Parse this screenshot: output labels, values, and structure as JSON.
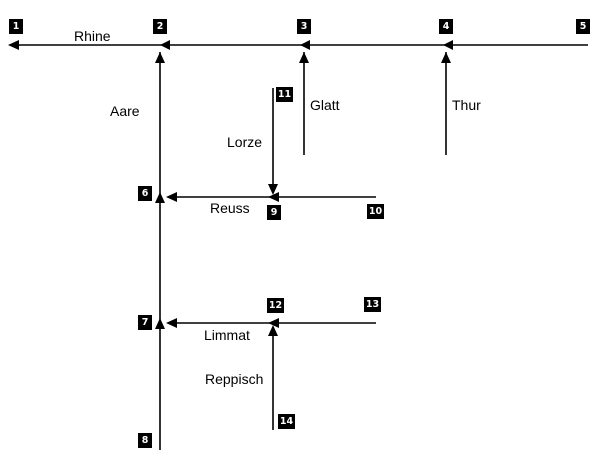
{
  "nodes": [
    {
      "id": "1",
      "label": "1"
    },
    {
      "id": "2",
      "label": "2"
    },
    {
      "id": "3",
      "label": "3"
    },
    {
      "id": "4",
      "label": "4"
    },
    {
      "id": "5",
      "label": "5"
    },
    {
      "id": "6",
      "label": "6"
    },
    {
      "id": "7",
      "label": "7"
    },
    {
      "id": "8",
      "label": "8"
    },
    {
      "id": "9",
      "label": "9"
    },
    {
      "id": "10",
      "label": "10"
    },
    {
      "id": "11",
      "label": "11"
    },
    {
      "id": "12",
      "label": "12"
    },
    {
      "id": "13",
      "label": "13"
    },
    {
      "id": "14",
      "label": "14"
    }
  ],
  "rivers": {
    "rhine": "Rhine",
    "aare": "Aare",
    "glatt": "Glatt",
    "thur": "Thur",
    "lorze": "Lorze",
    "reuss": "Reuss",
    "limmat": "Limmat",
    "reppisch": "Reppisch"
  },
  "edges": [
    {
      "from": "5",
      "to": "4",
      "river": "Rhine"
    },
    {
      "from": "4",
      "to": "3",
      "river": "Rhine"
    },
    {
      "from": "3",
      "to": "2",
      "river": "Rhine"
    },
    {
      "from": "2",
      "to": "1",
      "river": "Rhine"
    },
    {
      "from": "8",
      "to": "7",
      "river": "Aare"
    },
    {
      "from": "7",
      "to": "6",
      "river": "Aare"
    },
    {
      "from": "6",
      "to": "2",
      "river": "Aare"
    },
    {
      "from": "10",
      "to": "9",
      "river": "Reuss"
    },
    {
      "from": "9",
      "to": "6",
      "river": "Reuss"
    },
    {
      "from": "11",
      "to": "9",
      "river": "Lorze"
    },
    {
      "from": "13",
      "to": "12",
      "river": "Limmat"
    },
    {
      "from": "12",
      "to": "7",
      "river": "Limmat"
    },
    {
      "from": "14",
      "to": "12",
      "river": "Reppisch"
    },
    {
      "from": "glatt-source",
      "to": "3",
      "river": "Glatt"
    },
    {
      "from": "thur-source",
      "to": "4",
      "river": "Thur"
    }
  ]
}
